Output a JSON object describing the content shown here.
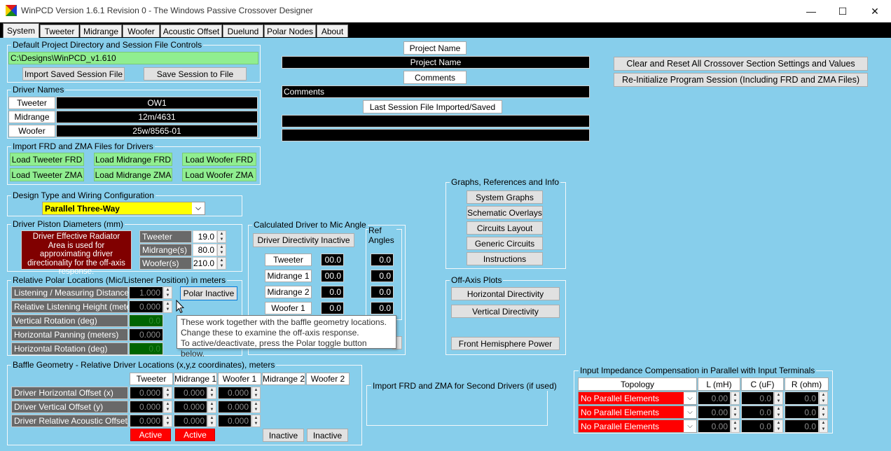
{
  "window": {
    "title": "WinPCD Version 1.6.1 Revision 0 - The Windows Passive Crossover Designer",
    "minimize": "—",
    "maximize": "☐",
    "close": "✕"
  },
  "tabs": [
    "System",
    "Tweeter",
    "Midrange",
    "Woofer",
    "Acoustic Offset",
    "Duelund",
    "Polar Nodes",
    "About"
  ],
  "project_dir": {
    "label": "Default Project Directory and Session File Controls",
    "path": "C:\\Designs\\WinPCD_v1.610",
    "import_button": "Import Saved Session File",
    "save_button": "Save Session to File"
  },
  "driver_names": {
    "label": "Driver Names",
    "rows": [
      {
        "label": "Tweeter",
        "value": "OW1"
      },
      {
        "label": "Midrange",
        "value": "12m/4631"
      },
      {
        "label": "Woofer",
        "value": "25w/8565-01"
      }
    ]
  },
  "import_frd": {
    "label": "Import FRD and ZMA Files for Drivers",
    "buttons": [
      "Load Tweeter FRD",
      "Load Midrange FRD",
      "Load Woofer FRD",
      "Load Tweeter ZMA",
      "Load Midrange ZMA",
      "Load Woofer ZMA"
    ]
  },
  "design_type": {
    "label": "Design Type and Wiring Configuration",
    "value": "Parallel  Three-Way"
  },
  "piston": {
    "label": "Driver Piston Diameters (mm)",
    "note": "Driver Effective Radiator Area is used for approximating driver directionality for the off-axis response.",
    "rows": [
      {
        "label": "Tweeter",
        "value": "19.0"
      },
      {
        "label": "Midrange(s)",
        "value": "80.0"
      },
      {
        "label": "Woofer(s)",
        "value": "210.0"
      }
    ]
  },
  "polar": {
    "label": "Relative Polar Locations  (Mic/Listener Position) in meters",
    "toggle": "Polar Inactive",
    "rows": [
      {
        "label": "Listening / Measuring Distance",
        "value": "1.000"
      },
      {
        "label": "Relative Listening Height (meters)",
        "value": "0.000"
      },
      {
        "label": "Vertical Rotation (deg)",
        "value": "0.0"
      },
      {
        "label": "Horizontal Panning (meters)",
        "value": "0.000"
      },
      {
        "label": "Horizontal Rotation (deg)",
        "value": "0.0"
      }
    ]
  },
  "tooltip": {
    "lines": [
      "These work together with the baffle geometry locations.",
      "Change these to examine the off-axis response.",
      "To active/deactivate, press the Polar toggle button below."
    ]
  },
  "mic_angle": {
    "label": "Calculated Driver to Mic Angle",
    "directivity_button": "Driver Directivity Inactive",
    "ref_label": "Ref Angles",
    "rows": [
      {
        "label": "Tweeter",
        "value": "00.0",
        "ref": "0.0"
      },
      {
        "label": "Midrange 1",
        "value": "00.0",
        "ref": "0.0"
      },
      {
        "label": "Midrange 2",
        "value": "0.0",
        "ref": "0.0"
      },
      {
        "label": "Woofer 1",
        "value": "0.0",
        "ref": "0.0"
      }
    ]
  },
  "baffle": {
    "label": "Baffle Geometry - Relative Driver Locations (x,y,z coordinates), meters",
    "columns": [
      "Tweeter",
      "Midrange 1",
      "Woofer 1",
      "Midrange 2",
      "Woofer 2"
    ],
    "rows": [
      {
        "label": "Driver Horizontal Offset (x)",
        "values": [
          "0.000",
          "0.000",
          "0.000"
        ]
      },
      {
        "label": "Driver Vertical Offset (y)",
        "values": [
          "0.000",
          "0.000",
          "0.000"
        ]
      },
      {
        "label": "Driver Relative Acoustic Offset (z)",
        "values": [
          "0.000",
          "0.000",
          "0.000"
        ]
      }
    ],
    "status": [
      "Active",
      "Active",
      "Inactive",
      "Inactive"
    ]
  },
  "project": {
    "name_label": "Project Name",
    "name_value": "Project Name",
    "comments_label": "Comments",
    "comments_value": "Comments",
    "last_label": "Last Session File Imported/Saved",
    "last_value_1": "",
    "last_value_2": ""
  },
  "reset": {
    "clear_button": "Clear and Reset All Crossover Section Settings and Values",
    "reinit_button": "Re-Initialize Program Session (Including FRD and ZMA Files)"
  },
  "graphs": {
    "label": "Graphs, References and Info",
    "buttons": [
      "System Graphs",
      "Schematic Overlays",
      "Circuits Layout",
      "Generic Circuits",
      "Instructions"
    ]
  },
  "off_axis": {
    "label": "Off-Axis Plots",
    "buttons": [
      "Horizontal Directivity",
      "Vertical Directivity",
      "Front Hemisphere Power"
    ]
  },
  "second_drivers": {
    "label": "Import FRD and ZMA for Second Drivers (if used)"
  },
  "impedance": {
    "label": "Input Impedance Compensation in Parallel with Input Terminals",
    "columns": [
      "Topology",
      "L (mH)",
      "C (uF)",
      "R (ohm)"
    ],
    "rows": [
      {
        "topology": "No Parallel Elements",
        "values": [
          "0.00",
          "0.0",
          "0.0"
        ]
      },
      {
        "topology": "No Parallel Elements",
        "values": [
          "0.00",
          "0.0",
          "0.0"
        ]
      },
      {
        "topology": "No Parallel Elements",
        "values": [
          "0.00",
          "0.0",
          "0.0"
        ]
      }
    ]
  }
}
